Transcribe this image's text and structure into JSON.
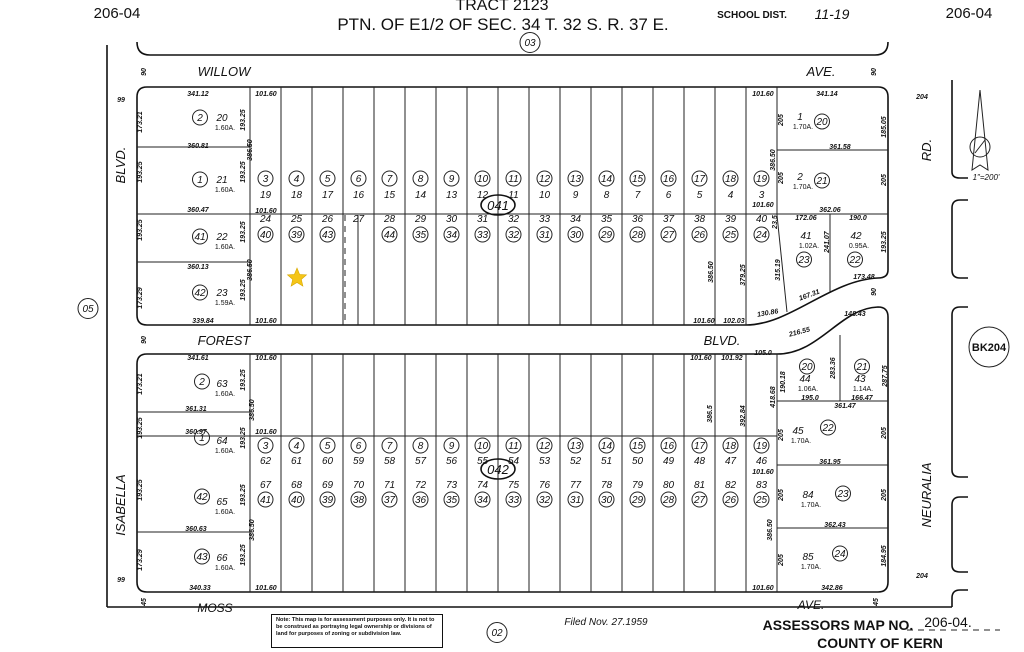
{
  "header": {
    "map_number_left": "206-04",
    "map_number_right": "206-04",
    "tract": "TRACT 2123",
    "description": "PTN. OF E1/2 OF SEC. 34 T. 32 S. R. 37 E.",
    "school_dist_label": "SCHOOL DIST.",
    "school_dist": "11-19",
    "page_ref_top": "03"
  },
  "streets": {
    "willow": "WILLOW",
    "willow_ave": "AVE.",
    "forest": "FOREST",
    "forest_blvd": "BLVD.",
    "moss": "MOSS",
    "moss_ave": "AVE.",
    "isabella_blvd": "BLVD.",
    "isabella": "ISABELLA",
    "neuralia_rd": "RD.",
    "neuralia": "NEURALIA"
  },
  "references": {
    "left": "05",
    "bottom": "02",
    "right_book": "BK204"
  },
  "north_arrow": {
    "icon": "north-arrow-icon",
    "scale": "1\"=200'"
  },
  "highlight": {
    "icon": "star-icon",
    "color": "#F5C518"
  },
  "upper_block": {
    "book": "041",
    "top_row": {
      "parcels": [
        "3",
        "4",
        "5",
        "6",
        "7",
        "8",
        "9",
        "10",
        "11",
        "12",
        "13",
        "14",
        "15",
        "16",
        "17",
        "18",
        "19"
      ],
      "lots": [
        "19",
        "18",
        "17",
        "16",
        "15",
        "14",
        "13",
        "12",
        "11",
        "10",
        "9",
        "8",
        "7",
        "6",
        "5",
        "4",
        "3"
      ]
    },
    "bottom_row": {
      "lots": [
        "24",
        "25",
        "26",
        "27",
        "28",
        "29",
        "30",
        "31",
        "32",
        "33",
        "34",
        "35",
        "36",
        "37",
        "38",
        "39",
        "40"
      ],
      "parcels": [
        "40",
        "39",
        "43",
        "",
        "44",
        "35",
        "34",
        "33",
        "32",
        "31",
        "30",
        "29",
        "28",
        "27",
        "26",
        "25",
        "24"
      ]
    },
    "large_lots": [
      {
        "parcel": "2",
        "lot": "20",
        "acres": "1.60A."
      },
      {
        "parcel": "1",
        "lot": "21",
        "acres": "1.60A."
      },
      {
        "parcel": "41",
        "lot": "22",
        "acres": "1.60A."
      },
      {
        "parcel": "42",
        "lot": "23",
        "acres": "1.59A."
      },
      {
        "parcel": "20",
        "lot": "1",
        "acres": "1.70A."
      },
      {
        "parcel": "21",
        "lot": "2",
        "acres": "1.70A."
      },
      {
        "parcel": "23",
        "lot": "41",
        "acres": "1.02A."
      },
      {
        "parcel": "22",
        "lot": "42",
        "acres": "0.95A."
      }
    ]
  },
  "lower_block": {
    "book": "042",
    "top_row": {
      "parcels": [
        "3",
        "4",
        "5",
        "6",
        "7",
        "8",
        "9",
        "10",
        "11",
        "12",
        "13",
        "14",
        "15",
        "16",
        "17",
        "18",
        "19"
      ],
      "lots": [
        "62",
        "61",
        "60",
        "59",
        "58",
        "57",
        "56",
        "55",
        "54",
        "53",
        "52",
        "51",
        "50",
        "49",
        "48",
        "47",
        "46"
      ]
    },
    "bottom_row": {
      "lots": [
        "67",
        "68",
        "69",
        "70",
        "71",
        "72",
        "73",
        "74",
        "75",
        "76",
        "77",
        "78",
        "79",
        "80",
        "81",
        "82",
        "83"
      ],
      "parcels": [
        "41",
        "40",
        "39",
        "38",
        "37",
        "36",
        "35",
        "34",
        "33",
        "32",
        "31",
        "30",
        "29",
        "28",
        "27",
        "26",
        "25"
      ]
    },
    "large_lots": [
      {
        "parcel": "2",
        "lot": "63",
        "acres": "1.60A."
      },
      {
        "parcel": "1",
        "lot": "64",
        "acres": "1.60A."
      },
      {
        "parcel": "42",
        "lot": "65",
        "acres": "1.60A."
      },
      {
        "parcel": "43",
        "lot": "66",
        "acres": "1.60A."
      },
      {
        "parcel": "20",
        "lot": "44",
        "acres": "1.06A."
      },
      {
        "parcel": "21",
        "lot": "43",
        "acres": "1.14A."
      },
      {
        "parcel": "22",
        "lot": "45",
        "acres": "1.70A."
      },
      {
        "parcel": "23",
        "lot": "84",
        "acres": "1.70A."
      },
      {
        "parcel": "24",
        "lot": "85",
        "acres": "1.70A."
      }
    ]
  },
  "dimensions": [
    "341.12",
    "101.60",
    "173.21",
    "193.25",
    "386.50",
    "360.81",
    "193.25",
    "193.25",
    "360.47",
    "101.60",
    "193.25",
    "193.25",
    "386.50",
    "360.13",
    "173.29",
    "193.25",
    "339.84",
    "101.60",
    "101.60",
    "341.14",
    "205",
    "386.50",
    "185.05",
    "361.58",
    "205",
    "205",
    "101.60",
    "362.06",
    "23.5",
    "172.06",
    "190.0",
    "241.07",
    "193.25",
    "386.50",
    "379.25",
    "315.19",
    "173.48",
    "167.31",
    "130.86",
    "101.60",
    "102.03",
    "341.61",
    "101.60",
    "173.21",
    "193.25",
    "386.50",
    "361.31",
    "193.25",
    "193.25",
    "360.97",
    "101.60",
    "193.25",
    "193.25",
    "386.50",
    "360.63",
    "173.29",
    "193.25",
    "340.33",
    "101.60",
    "101.60",
    "101.92",
    "105.0",
    "190.18",
    "418.68",
    "386.5",
    "392.84",
    "283.36",
    "287.75",
    "216.55",
    "148.43",
    "195.0",
    "166.47",
    "361.47",
    "205",
    "205",
    "361.95",
    "101.60",
    "205",
    "205",
    "386.50",
    "362.43",
    "205",
    "184.95",
    "101.60",
    "342.86"
  ],
  "street_widths": [
    "99",
    "90",
    "90",
    "204",
    "90",
    "90",
    "99",
    "45",
    "45",
    "204"
  ],
  "footer": {
    "note": "Note: This map is for assessment purposes only. It is not to be construed as portraying legal ownership or divisions of land for purposes of zoning or subdivision law.",
    "filed": "Filed Nov. 27.1959",
    "assessors_label": "ASSESSORS MAP NO.",
    "assessors_number": "206-04.",
    "county": "COUNTY OF KERN"
  }
}
